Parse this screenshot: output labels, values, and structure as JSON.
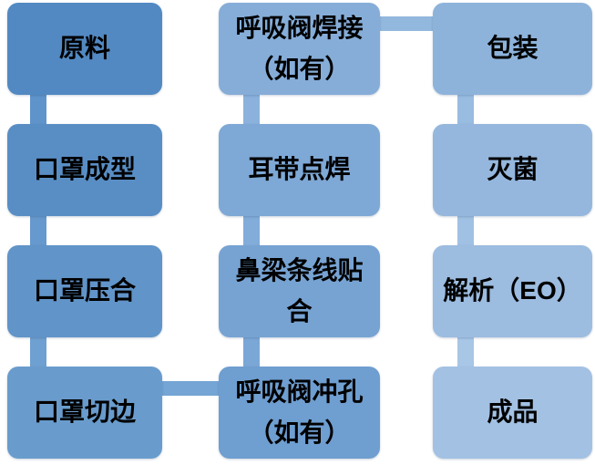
{
  "flowchart": {
    "background": "#ffffff",
    "text_color": "#000000",
    "nodes": [
      {
        "id": "raw-material",
        "step": 1,
        "label": "原料",
        "color": "#5289c2"
      },
      {
        "id": "mask-forming",
        "step": 2,
        "label": "口罩成型",
        "color": "#598ec5"
      },
      {
        "id": "mask-pressing",
        "step": 3,
        "label": "口罩压合",
        "color": "#6194c8"
      },
      {
        "id": "mask-edge-cutting",
        "step": 4,
        "label": "口罩切边",
        "color": "#699ccd"
      },
      {
        "id": "valve-punching",
        "step": 5,
        "label": "呼吸阀冲孔\n（如有）",
        "color": "#6f9ed0"
      },
      {
        "id": "nose-strip-fitting",
        "step": 6,
        "label": "鼻梁条线贴\n合",
        "color": "#77a3d3"
      },
      {
        "id": "ear-strap-welding",
        "step": 7,
        "label": "耳带点焊",
        "color": "#7ea8d5"
      },
      {
        "id": "valve-welding",
        "step": 8,
        "label": "呼吸阀焊接\n（如有）",
        "color": "#86add8"
      },
      {
        "id": "packaging",
        "step": 9,
        "label": "包装",
        "color": "#8db3db"
      },
      {
        "id": "sterilization",
        "step": 10,
        "label": "灭菌",
        "color": "#95b7dd"
      },
      {
        "id": "eo-desorption",
        "step": 11,
        "label": "解析（EO）",
        "color": "#9cbce0"
      },
      {
        "id": "finished-product",
        "step": 12,
        "label": "成品",
        "color": "#a3c1e3"
      }
    ],
    "connectors": [
      {
        "from": "raw-material",
        "to": "mask-forming",
        "direction": "down",
        "color": "#5f94ca"
      },
      {
        "from": "mask-forming",
        "to": "mask-pressing",
        "direction": "down",
        "color": "#6699cd"
      },
      {
        "from": "mask-pressing",
        "to": "mask-edge-cutting",
        "direction": "down",
        "color": "#6ea0d1"
      },
      {
        "from": "mask-edge-cutting",
        "to": "valve-punching",
        "direction": "right",
        "color": "#74a5d4"
      },
      {
        "from": "valve-punching",
        "to": "nose-strip-fitting",
        "direction": "up",
        "color": "#7ba7d7"
      },
      {
        "from": "nose-strip-fitting",
        "to": "ear-strap-welding",
        "direction": "up",
        "color": "#82acd9"
      },
      {
        "from": "ear-strap-welding",
        "to": "valve-welding",
        "direction": "up",
        "color": "#8ab2dc"
      },
      {
        "from": "valve-welding",
        "to": "packaging",
        "direction": "right",
        "color": "#92b8de"
      },
      {
        "from": "packaging",
        "to": "sterilization",
        "direction": "down",
        "color": "#99bce1"
      },
      {
        "from": "sterilization",
        "to": "eo-desorption",
        "direction": "down",
        "color": "#a0c1e3"
      },
      {
        "from": "eo-desorption",
        "to": "finished-product",
        "direction": "down",
        "color": "#a8c6e6"
      }
    ]
  }
}
